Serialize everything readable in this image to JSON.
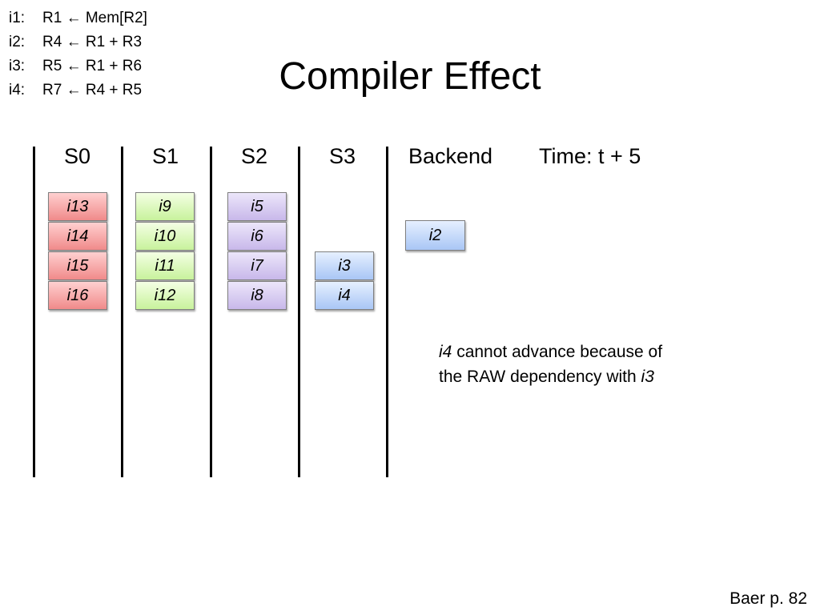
{
  "title": "Compiler Effect",
  "code_lines": [
    {
      "num": "i1:",
      "text": "R1 ← Mem[R2]"
    },
    {
      "num": "i2:",
      "text": "R4 ← R1 + R3"
    },
    {
      "num": "i3:",
      "text": "R5 ← R1 + R6"
    },
    {
      "num": "i4:",
      "text": "R7 ← R4 + R5"
    }
  ],
  "headers": {
    "s0": "S0",
    "s1": "S1",
    "s2": "S2",
    "s3": "S3",
    "backend": "Backend",
    "time": "Time: t  + 5"
  },
  "stages": {
    "s0": [
      "i13",
      "i14",
      "i15",
      "i16"
    ],
    "s1": [
      "i9",
      "i10",
      "i11",
      "i12"
    ],
    "s2": [
      "i5",
      "i6",
      "i7",
      "i8"
    ],
    "s3": [
      "i3",
      "i4"
    ],
    "backend": [
      "i2"
    ]
  },
  "colors": {
    "s0": "#f4a6a6",
    "s1": "#dcf9bd",
    "s2": "#d9cef2",
    "s3": "#c5d9f9",
    "backend": "#c5d9f9"
  },
  "note": {
    "line1_em": "i4",
    "line1_rest": " cannot advance because of",
    "line2_rest": "the RAW dependency with ",
    "line2_em": "i3"
  },
  "citation": "Baer p. 82"
}
